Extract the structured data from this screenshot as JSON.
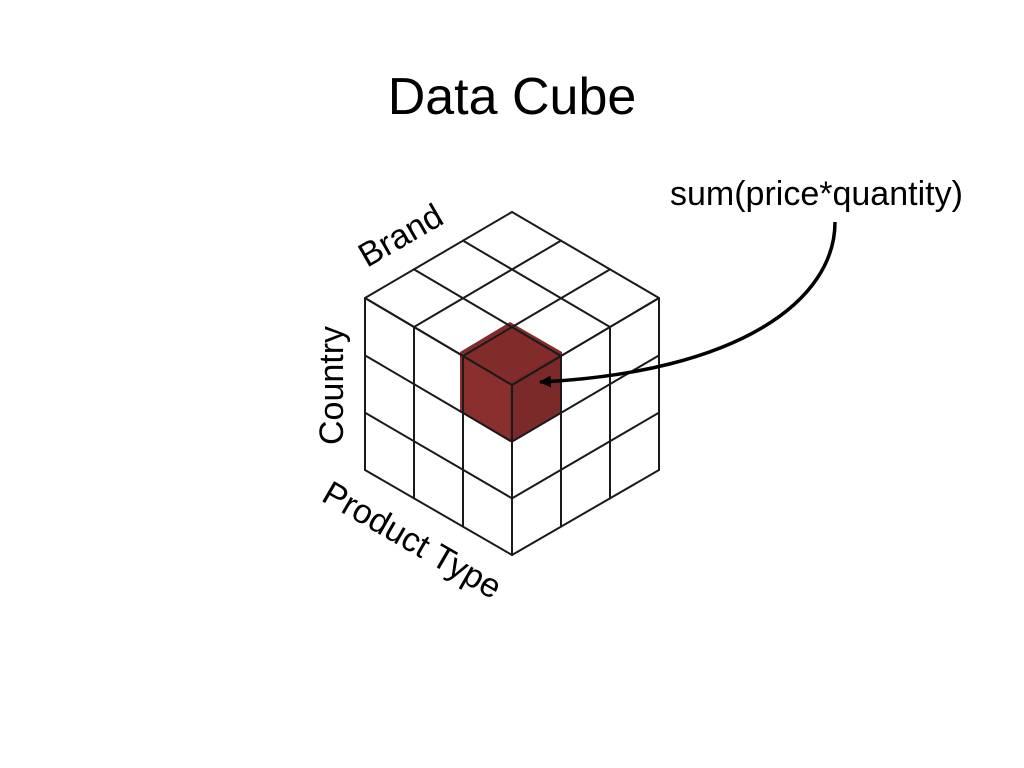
{
  "title": "Data Cube",
  "cube": {
    "dimensions": {
      "top_edge": "Brand",
      "left_edge": "Country",
      "bottom_edge": "Product Type"
    },
    "grid_size": 3,
    "highlighted_cell_color": "#8b2e2e"
  },
  "annotation": {
    "text": "sum(price*quantity)"
  }
}
